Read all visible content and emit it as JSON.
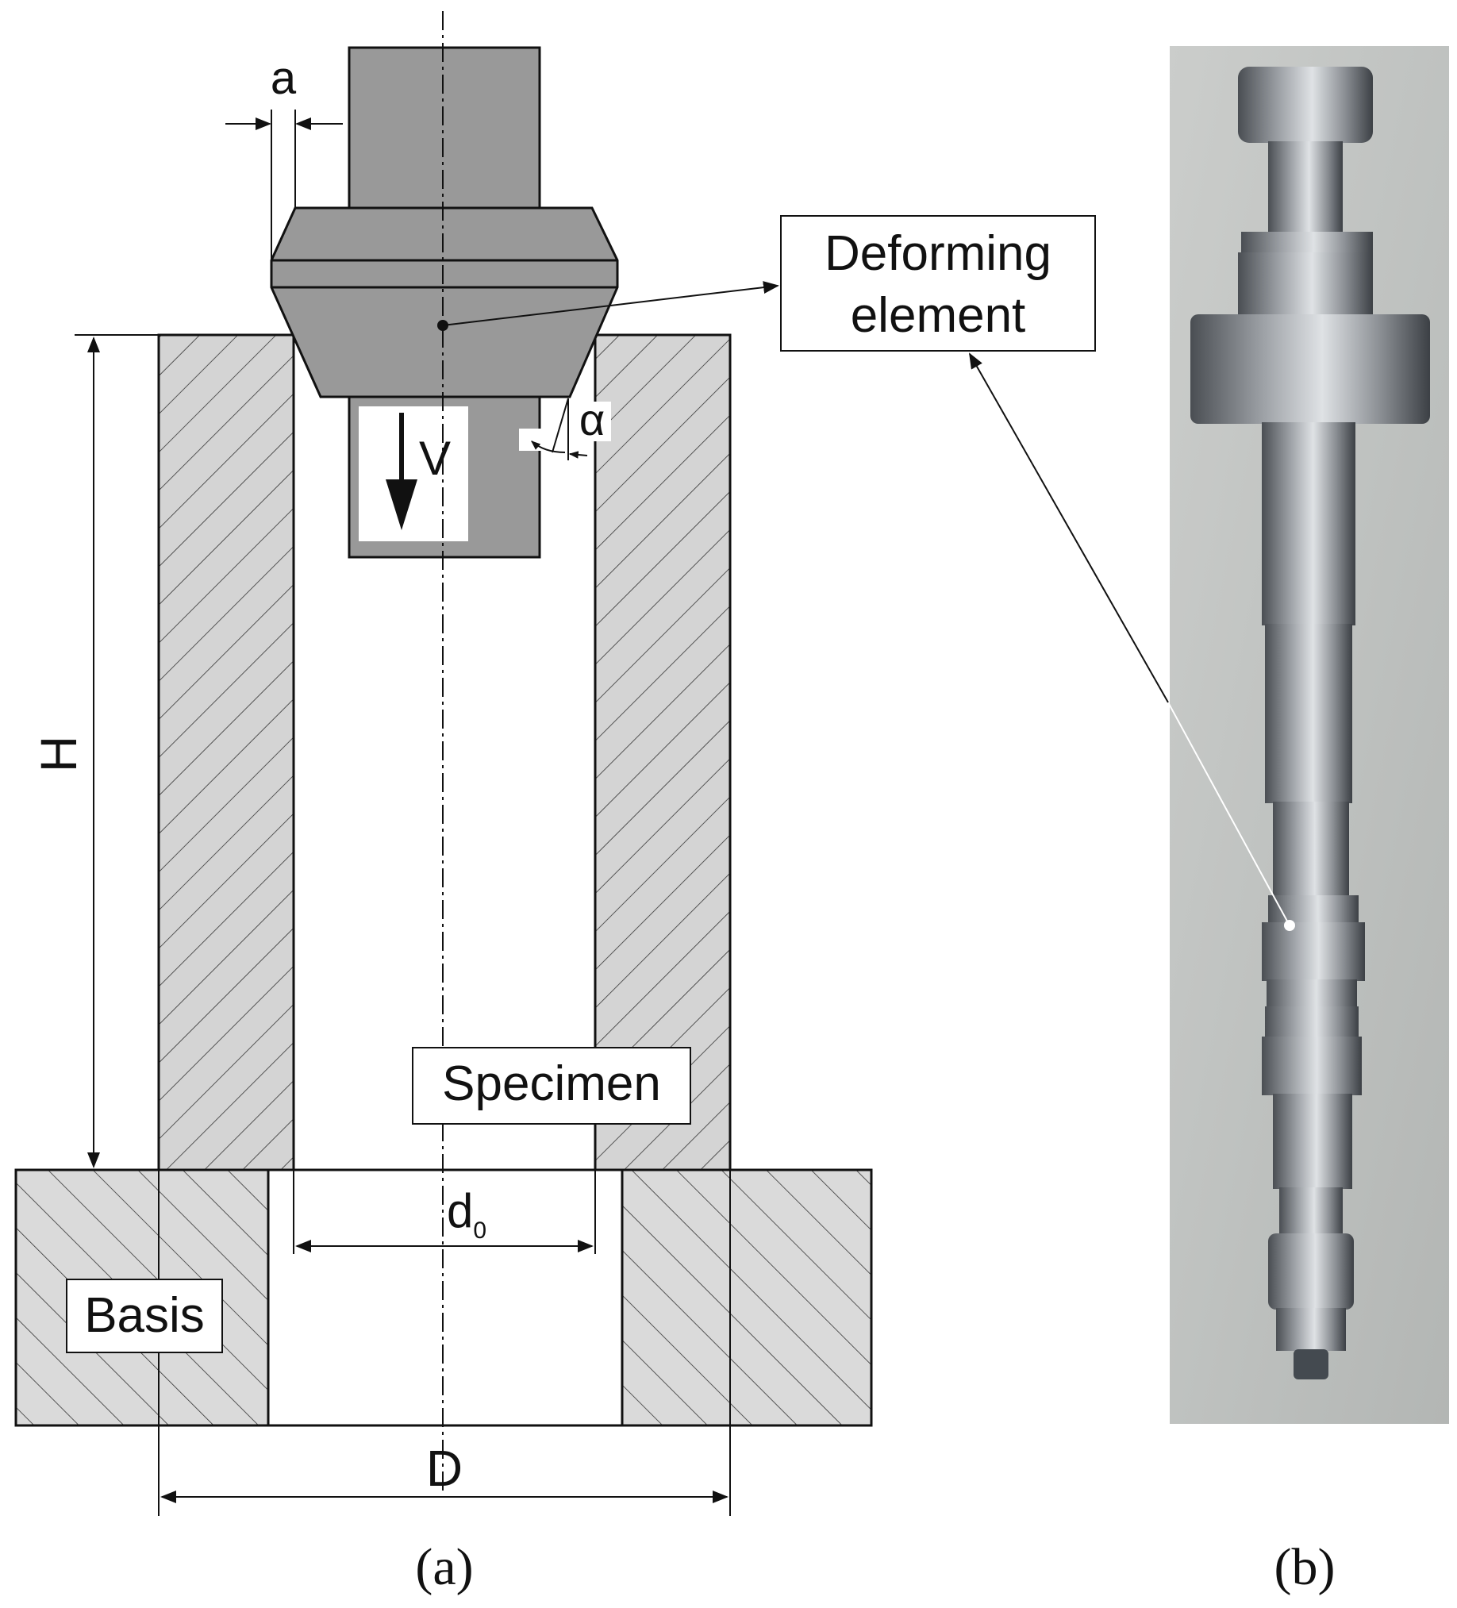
{
  "labels": {
    "a": "a",
    "alpha": "α",
    "v": "V",
    "h": "H",
    "d0_main": "d",
    "d0_sub": "0",
    "d_big": "D",
    "deforming_line1": "Deforming",
    "deforming_line2": "element",
    "specimen": "Specimen",
    "basis": "Basis"
  },
  "captions": {
    "a": "(a)",
    "b": "(b)"
  },
  "colors": {
    "punch": "#999999",
    "hatch_fill": "#d4d4d4",
    "basis_fill": "#dadada",
    "photo_bg": "#c3c6c4",
    "metal": "#8a8e92"
  }
}
